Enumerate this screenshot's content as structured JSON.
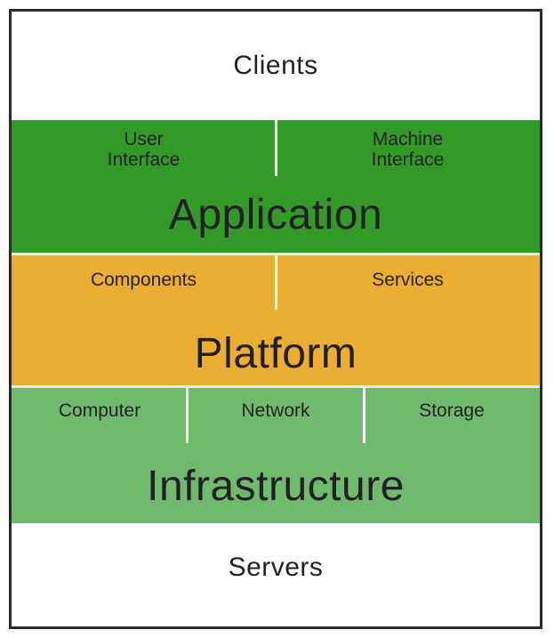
{
  "diagram": {
    "clients_label": "Clients",
    "servers_label": "Servers",
    "layers": [
      {
        "title": "Application",
        "cells": [
          "User\nInterface",
          "Machine\nInterface"
        ]
      },
      {
        "title": "Platform",
        "cells": [
          "Components",
          "Services"
        ]
      },
      {
        "title": "Infrastructure",
        "cells": [
          "Computer",
          "Network",
          "Storage"
        ]
      }
    ]
  },
  "colors": {
    "application-green": "#339A28",
    "platform-orange": "#EBAE33",
    "infrastructure-green": "#6FBA6C",
    "border-dark": "#2B2B2B",
    "text-dark": "#231F26",
    "divider-white": "#FFFFFF",
    "band-separator": "#E9F0DD"
  }
}
